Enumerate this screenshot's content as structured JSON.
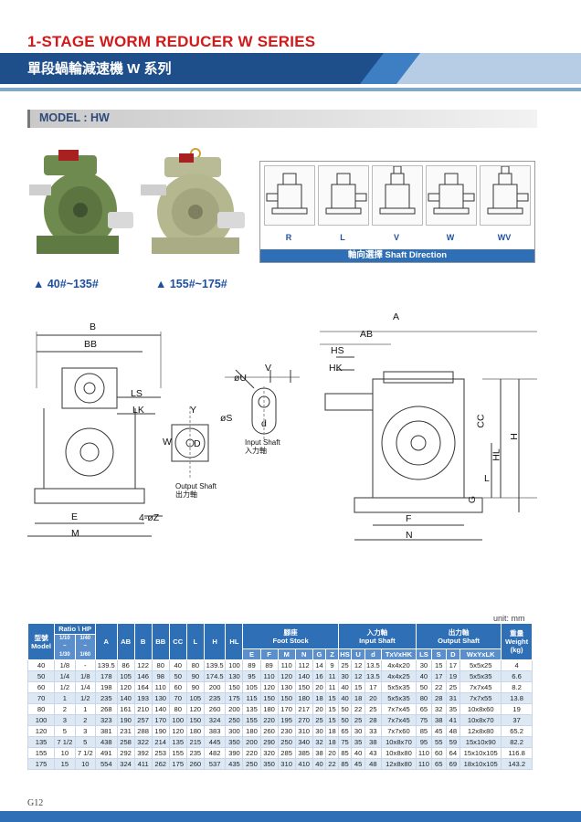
{
  "header": {
    "title": "1-STAGE WORM REDUCER W SERIES",
    "subtitle": "單段蝸輪減速機 W 系列",
    "band_color": "#1f4f8a",
    "title_color": "#d11a1a"
  },
  "model": {
    "label": "MODEL : HW"
  },
  "photos": [
    {
      "caption": "▲ 40#~135#",
      "icon": "worm-reducer-photo"
    },
    {
      "caption": "▲ 155#~175#",
      "icon": "worm-reducer-photo"
    }
  ],
  "shaft_direction": {
    "items": [
      "R",
      "L",
      "V",
      "W",
      "WV"
    ],
    "title": "軸向選擇 Shaft Direction"
  },
  "drawing_labels": {
    "B": "B",
    "BB": "BB",
    "LS": "LS",
    "LK": "LK",
    "E": "E",
    "M": "M",
    "Z": "4-øZ",
    "U": "øU",
    "V": "V",
    "S": "øS",
    "Y": "Y",
    "W": "W",
    "D": "D",
    "d": "d",
    "input_shaft": "Input Shaft",
    "input_shaft_cn": "入力軸",
    "output_shaft": "Output Shaft",
    "output_shaft_cn": "出力軸",
    "A": "A",
    "AB": "AB",
    "HS": "HS",
    "HK": "HK",
    "CC": "CC",
    "H": "H",
    "HL": "HL",
    "G": "G",
    "L": "L",
    "F": "F",
    "N": "N"
  },
  "unit_label": "unit: mm",
  "table": {
    "header_top": {
      "model": "型號\nModel",
      "ratio_hp": "Ratio \\ HP",
      "A": "A",
      "AB": "AB",
      "B": "B",
      "BB": "BB",
      "CC": "CC",
      "L": "L",
      "H": "H",
      "HL": "HL",
      "foot_stock": "腳座\nFoot Stock",
      "input_shaft": "入力軸\nInput Shaft",
      "output_shaft": "出力軸\nOutput Shaft",
      "weight": "重量\nWeight\n(kg)"
    },
    "ratio_sub": [
      "1/10\n~\n1/30",
      "1/40\n~\n1/60"
    ],
    "sub_cols": [
      "E",
      "F",
      "M",
      "N",
      "G",
      "Z",
      "HS",
      "U",
      "d",
      "TxVxHK",
      "LS",
      "S",
      "D",
      "WxYxLK"
    ],
    "rows": [
      [
        "40",
        "1/8",
        "-",
        "139.5",
        "86",
        "122",
        "80",
        "40",
        "80",
        "139.5",
        "100",
        "89",
        "89",
        "110",
        "112",
        "14",
        "9",
        "25",
        "12",
        "13.5",
        "4x4x20",
        "30",
        "15",
        "17",
        "5x5x25",
        "4"
      ],
      [
        "50",
        "1/4",
        "1/8",
        "178",
        "105",
        "146",
        "98",
        "50",
        "90",
        "174.5",
        "130",
        "95",
        "110",
        "120",
        "140",
        "16",
        "11",
        "30",
        "12",
        "13.5",
        "4x4x25",
        "40",
        "17",
        "19",
        "5x5x35",
        "6.6"
      ],
      [
        "60",
        "1/2",
        "1/4",
        "198",
        "120",
        "164",
        "110",
        "60",
        "90",
        "200",
        "150",
        "105",
        "120",
        "130",
        "150",
        "20",
        "11",
        "40",
        "15",
        "17",
        "5x5x35",
        "50",
        "22",
        "25",
        "7x7x45",
        "8.2"
      ],
      [
        "70",
        "1",
        "1/2",
        "235",
        "140",
        "193",
        "130",
        "70",
        "105",
        "235",
        "175",
        "115",
        "150",
        "150",
        "180",
        "18",
        "15",
        "40",
        "18",
        "20",
        "5x5x35",
        "80",
        "28",
        "31",
        "7x7x55",
        "13.8"
      ],
      [
        "80",
        "2",
        "1",
        "268",
        "161",
        "210",
        "140",
        "80",
        "120",
        "260",
        "200",
        "135",
        "180",
        "170",
        "217",
        "20",
        "15",
        "50",
        "22",
        "25",
        "7x7x45",
        "65",
        "32",
        "35",
        "10x8x60",
        "19"
      ],
      [
        "100",
        "3",
        "2",
        "323",
        "190",
        "257",
        "170",
        "100",
        "150",
        "324",
        "250",
        "155",
        "220",
        "195",
        "270",
        "25",
        "15",
        "50",
        "25",
        "28",
        "7x7x45",
        "75",
        "38",
        "41",
        "10x8x70",
        "37"
      ],
      [
        "120",
        "5",
        "3",
        "381",
        "231",
        "288",
        "190",
        "120",
        "180",
        "383",
        "300",
        "180",
        "260",
        "230",
        "310",
        "30",
        "18",
        "65",
        "30",
        "33",
        "7x7x60",
        "85",
        "45",
        "48",
        "12x8x80",
        "65.2"
      ],
      [
        "135",
        "7 1/2",
        "5",
        "438",
        "258",
        "322",
        "214",
        "135",
        "215",
        "445",
        "350",
        "200",
        "290",
        "250",
        "340",
        "32",
        "18",
        "75",
        "35",
        "38",
        "10x8x70",
        "95",
        "55",
        "59",
        "15x10x90",
        "82.2"
      ],
      [
        "155",
        "10",
        "7 1/2",
        "491",
        "292",
        "392",
        "253",
        "155",
        "235",
        "482",
        "390",
        "220",
        "320",
        "285",
        "385",
        "38",
        "20",
        "85",
        "40",
        "43",
        "10x8x80",
        "110",
        "60",
        "64",
        "15x10x105",
        "116.8"
      ],
      [
        "175",
        "15",
        "10",
        "554",
        "324",
        "411",
        "262",
        "175",
        "260",
        "537",
        "435",
        "250",
        "350",
        "310",
        "410",
        "40",
        "22",
        "85",
        "45",
        "48",
        "12x8x80",
        "110",
        "65",
        "69",
        "18x10x105",
        "143.2"
      ]
    ]
  },
  "page_number": "G12"
}
